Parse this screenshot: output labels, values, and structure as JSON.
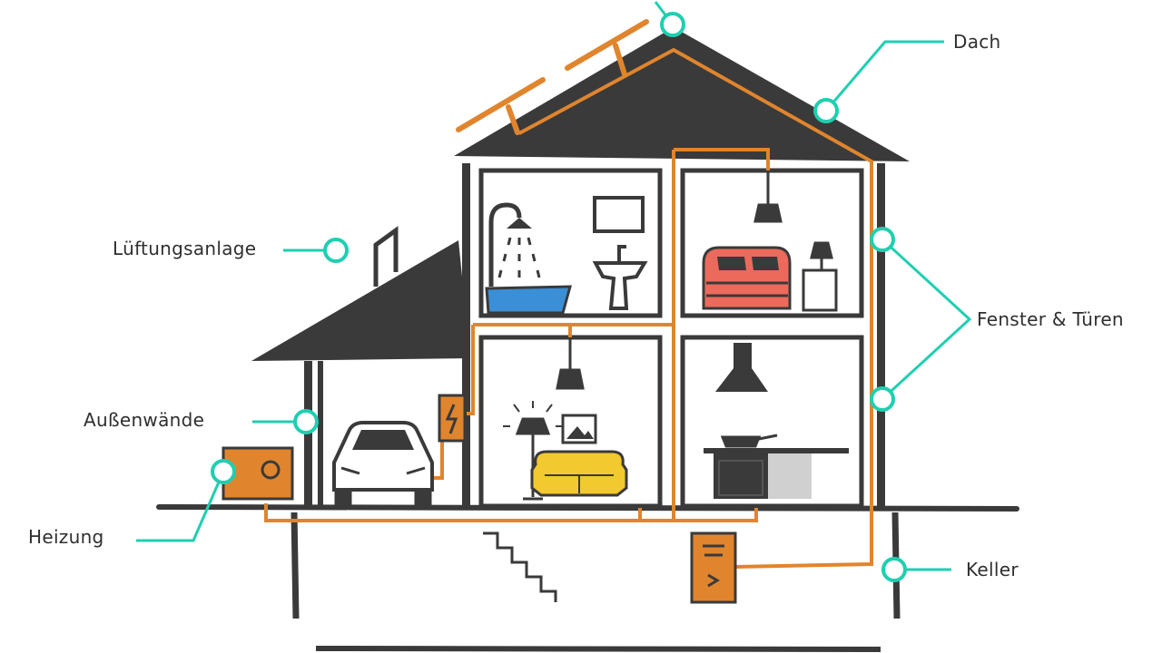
{
  "labels": {
    "dach": "Dach",
    "lueftung": "Lüftungsanlage",
    "fenster": "Fenster & Türen",
    "aussenwaende": "Außenwände",
    "heizung": "Heizung",
    "keller": "Keller"
  },
  "colors": {
    "structure": "#3a3a3a",
    "pipe": "#e0852e",
    "callout": "#1fcfb0",
    "bath_water": "#3a8fd6",
    "bed": "#ec6a5c",
    "sofa": "#f2c92e",
    "kitchen": "#d0d0d0",
    "wall_fill": "#ffffff"
  },
  "icons": [
    "solar-panel-icon",
    "shower-icon",
    "bathtub-icon",
    "mirror-icon",
    "sink-icon",
    "bed-icon",
    "nightstand-lamp-icon",
    "ceiling-lamp-icon",
    "floor-lamp-icon",
    "picture-frame-icon",
    "sofa-icon",
    "range-hood-icon",
    "stove-icon",
    "pan-icon",
    "car-icon",
    "fuse-box-icon",
    "heater-icon",
    "boiler-icon",
    "stairs-icon",
    "chimney-icon"
  ]
}
